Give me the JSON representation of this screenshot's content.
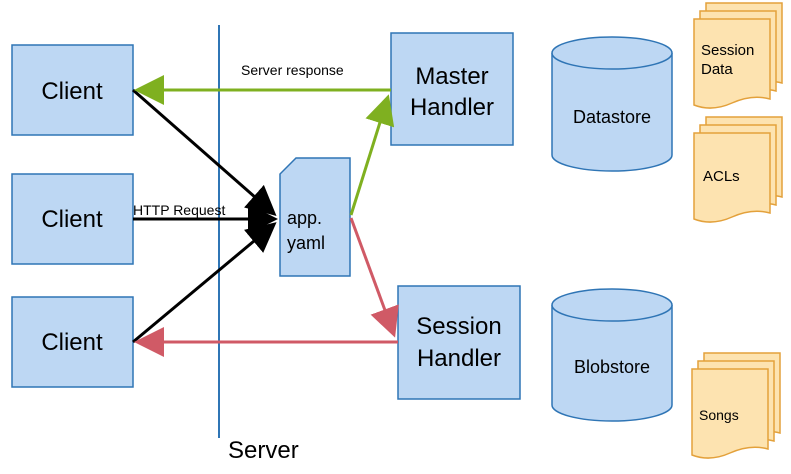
{
  "diagram": {
    "clients": [
      {
        "label": "Client"
      },
      {
        "label": "Client"
      },
      {
        "label": "Client"
      }
    ],
    "server_label": "Server",
    "config_file": {
      "line1": "app.",
      "line2": "yaml"
    },
    "master_handler": {
      "line1": "Master",
      "line2": "Handler"
    },
    "session_handler": {
      "line1": "Session",
      "line2": "Handler"
    },
    "datastore": {
      "label": "Datastore"
    },
    "blobstore": {
      "label": "Blobstore"
    },
    "documents": {
      "session_data": {
        "line1": "Session",
        "line2": "Data"
      },
      "acls": {
        "label": "ACLs"
      },
      "songs": {
        "label": "Songs"
      }
    },
    "edge_labels": {
      "server_response": "Server response",
      "http_request": "HTTP Request"
    },
    "colors": {
      "box_fill": "#bdd7f3",
      "box_stroke": "#2f75b5",
      "doc_fill": "#fde3b0",
      "doc_stroke": "#e3a13b",
      "server_line": "#2f75b5",
      "request_arrow": "#000000",
      "master_arrow": "#7fb020",
      "session_arrow": "#d05a66"
    }
  }
}
